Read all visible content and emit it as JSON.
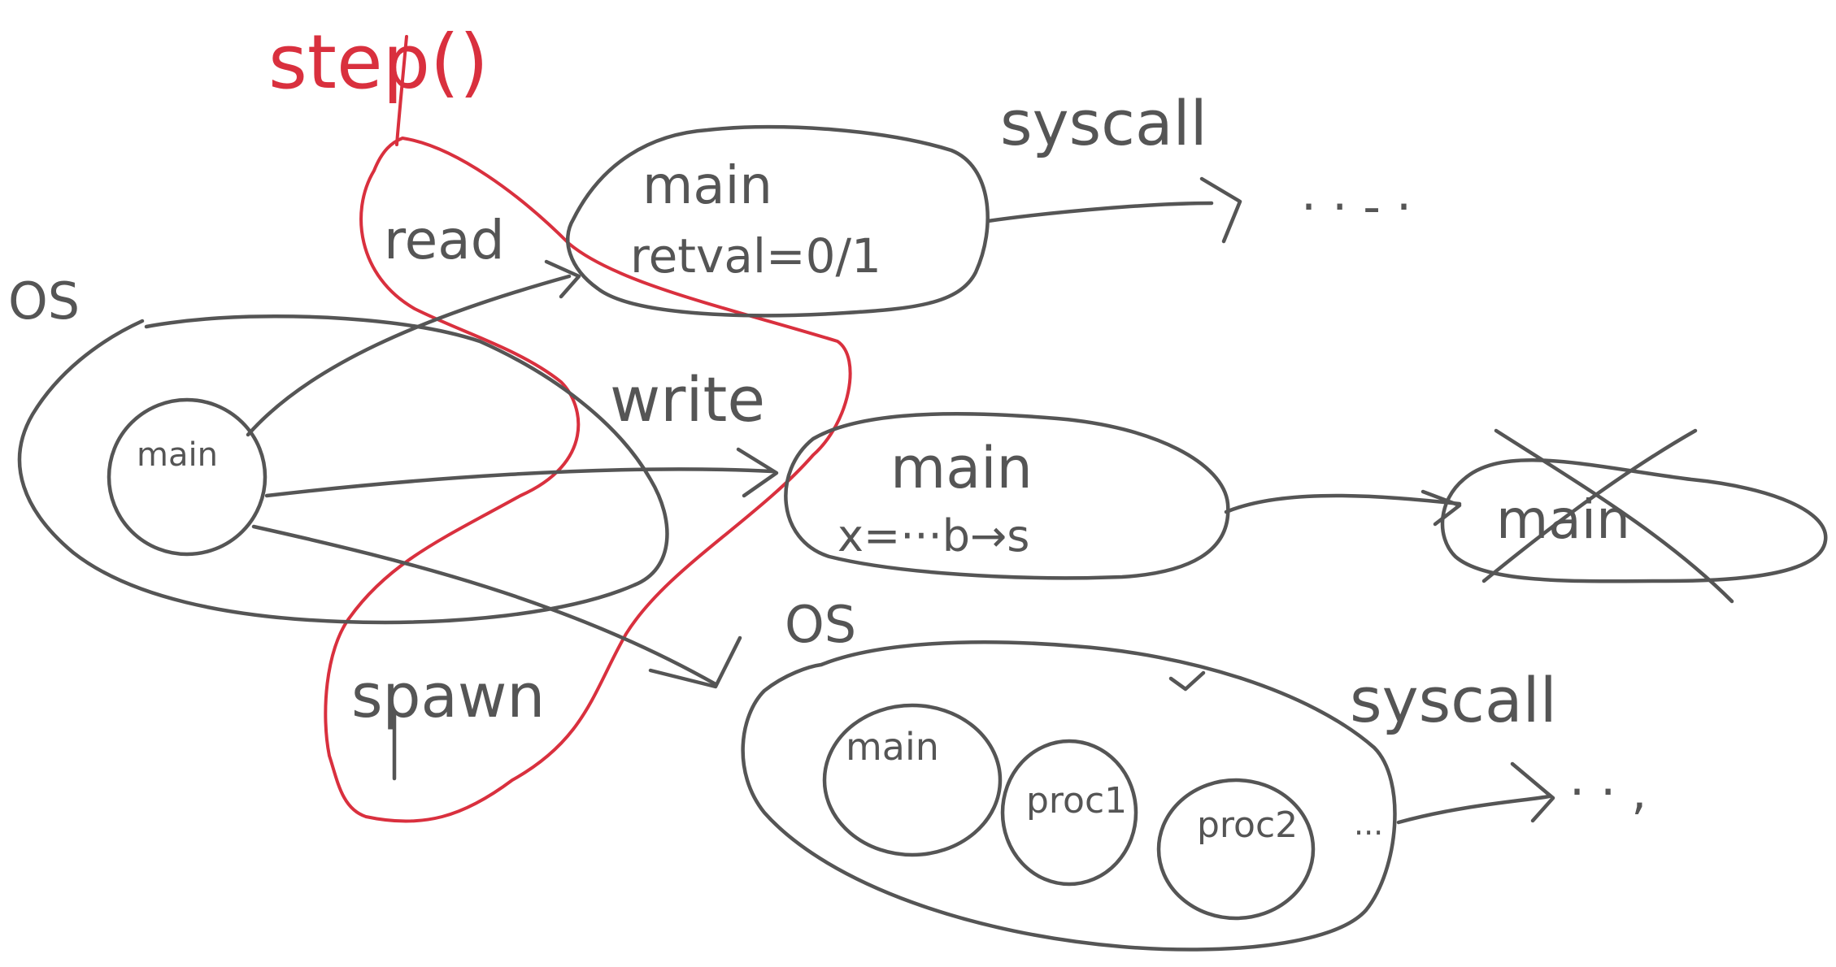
{
  "colors": {
    "ink": "#555555",
    "highlight": "#d9303e",
    "background": "#ffffff"
  },
  "labels": {
    "step": "step()",
    "os_left": "OS",
    "os_bottom": "OS",
    "syscall_top": "syscall",
    "syscall_bottom": "syscall",
    "read": "read",
    "write": "write",
    "spawn": "spawn",
    "ellipsis_top": "· · - ·",
    "ellipsis_bottom": "· · ,",
    "ellipsis_proc": "···"
  },
  "nodes": {
    "os_main": "main",
    "read_state_main": "main",
    "read_state_retval": "retval=0/1",
    "write_state_main": "main",
    "write_state_assign": "x=···b→s",
    "terminated_main": "main",
    "spawn_main": "main",
    "spawn_proc1": "proc1",
    "spawn_proc2": "proc2"
  }
}
